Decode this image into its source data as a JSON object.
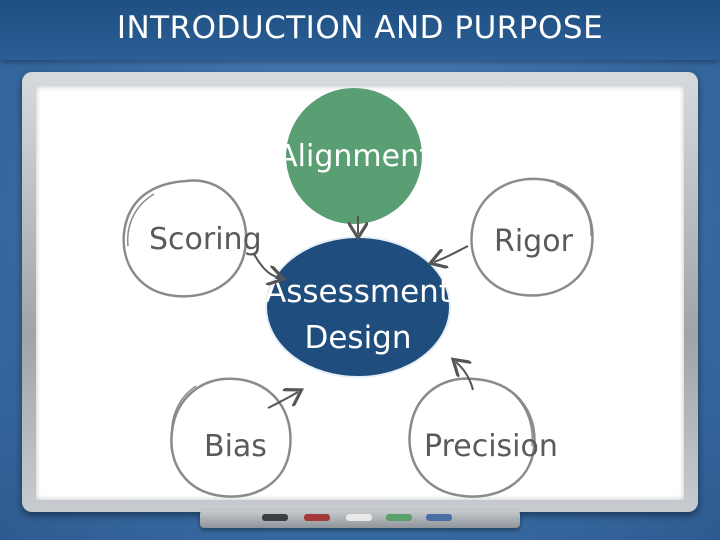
{
  "header": {
    "title": "INTRODUCTION AND PURPOSE"
  },
  "diagram": {
    "center": {
      "line1": "Assessment",
      "line2": "Design",
      "color": "#1f4e7e"
    },
    "top": {
      "label": "Alignment",
      "color": "#5a9e73"
    },
    "nodes": {
      "scoring": "Scoring",
      "rigor": "Rigor",
      "bias": "Bias",
      "precision": "Precision"
    },
    "outline_color": "#8a8a8a",
    "text_color": "#5a5a5a"
  }
}
